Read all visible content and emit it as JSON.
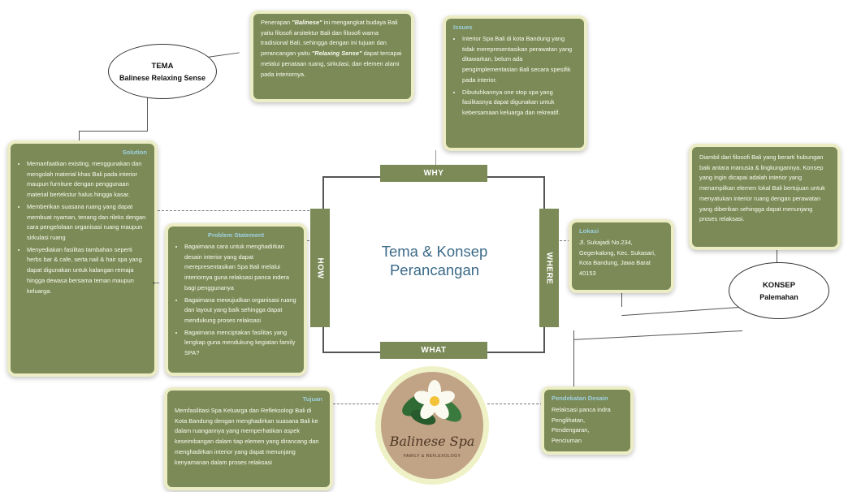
{
  "center": {
    "title": "Tema & Konsep Perancangan"
  },
  "bars": {
    "why": "WHY",
    "how": "HOW",
    "where": "WHERE",
    "what": "WHAT"
  },
  "tema_oval": {
    "label": "TEMA",
    "name": "Balinese Relaxing Sense"
  },
  "konsep_oval": {
    "label": "KONSEP",
    "name": "Palemahan"
  },
  "tema_desc": {
    "parts": [
      "Penerapan ",
      "\"Balinese\"",
      " ini mengangkat budaya Bali yaitu filosofi arsitektur Bali dan filosofi warna tradisional Bali, sehingga dengan ini tujuan dan perancangan yaitu ",
      "\"Relaxing Sense\"",
      " dapat tercapai melalui penataan ruang, sirkulasi, dan elemen alami pada interiornya."
    ]
  },
  "issues": {
    "header": "Issues",
    "items": [
      "Interior Spa Bali di kota Bandung yang tidak merepresentasikan perawatan yang ditawarkan, belum ada pengimplementasian Bali secara spesifik pada interior.",
      "Dibutuhkannya one stop spa yang fasilitasnya dapat digunakan untuk kebersamaan keluarga dan rekreatif."
    ]
  },
  "solution": {
    "header": "Solution",
    "items": [
      "Memanfaatkan existing, menggunakan dan mengolah material khas Bali pada interior maupun furniture dengan penggunaan material bertekstur halus hingga kasar.",
      "Memberikan suasana ruang yang dapat membuat nyaman, tenang dan rileks dengan cara pengelolaan organisasi ruang maupun sirkulasi ruang",
      "Menyediakan fasilitas tambahan seperti herbs bar & cafe, serta nail & hair spa yang dapat digunakan untuk kalangan remaja hingga dewasa bersama teman maupun keluarga."
    ]
  },
  "problem": {
    "header": "Problem Statement",
    "items": [
      "Bagaimana cara untuk menghadirkan desain interior yang dapat merepresentasikan Spa Bali melalui interiornya guna relaksasi panca indera bagi penggunanya",
      "Bagaimana mewujudkan organisasi ruang dan layout yang baik sehingga dapat mendukung proses relaksasi",
      "Bagaimana menciptakan fasilitas yang lengkap guna mendukung kegiatan family SPA?"
    ]
  },
  "konsep_desc": {
    "text": "Diambil dari filosofi Bali yang berarti hubungan baik antara manusia & lingkungannya. Konsep yang ingin dicapai adalah interior yang menampilkan elemen lokal Bali bertujuan untuk menyatukan interior ruang dengan perawatan yang diberikan sehingga dapat menunjang proses relaksasi."
  },
  "lokasi": {
    "header": "Lokasi",
    "text": "Jl. Sukajadi No.234, Gegerkalong, Kec. Sukasari, Kota Bandung, Jawa Barat 40153"
  },
  "tujuan": {
    "header": "Tujuan",
    "text": "Memfasilitasi Spa Keluarga dan Refleksologi Bali di Kota Bandung dengan menghadirkan suasana Bali ke dalam ruangannya yang memperhatikan aspek keseimbangan dalam tiap elemen yang dirancang dan menghadirkan interior yang dapat menunjang kenyamanan dalam proses relaksasi"
  },
  "pendekatan": {
    "header": "Pendekatan Desain",
    "lines": [
      "Relaksasi panca indra",
      "Penglihatan,",
      "Pendengaran,",
      "Penciuman"
    ]
  },
  "logo": {
    "brand": "Balinese Spa",
    "tagline": "FAMILY & REFLEXOLOGY"
  },
  "arrow_glyph": "←",
  "colors": {
    "card_bg": "#7b8a56",
    "card_border": "#ecedc5",
    "header_text": "#9fd0e0",
    "title_text": "#3c6a88",
    "logo_bg": "#c1a385"
  }
}
